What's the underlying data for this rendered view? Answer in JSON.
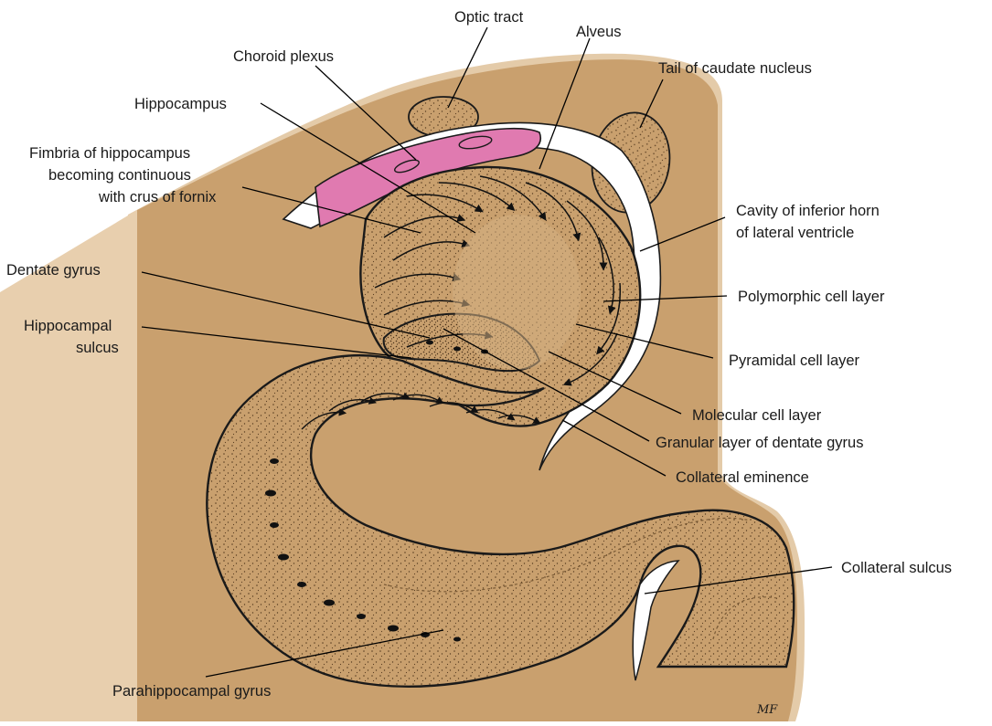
{
  "labels": {
    "optic_tract": "Optic tract",
    "alveus": "Alveus",
    "choroid_plexus": "Choroid plexus",
    "tail_caudate": "Tail of caudate nucleus",
    "hippocampus": "Hippocampus",
    "fimbria_1": "Fimbria of hippocampus",
    "fimbria_2": "becoming continuous",
    "fimbria_3": "with crus of fornix",
    "cavity_1": "Cavity of inferior horn",
    "cavity_2": "of lateral ventricle",
    "dentate_gyrus": "Dentate gyrus",
    "hippocampal_sulcus_1": "Hippocampal",
    "hippocampal_sulcus_2": "sulcus",
    "polymorphic": "Polymorphic cell layer",
    "pyramidal": "Pyramidal cell layer",
    "molecular": "Molecular cell layer",
    "granular": "Granular layer of dentate gyrus",
    "collateral_eminence": "Collateral eminence",
    "collateral_sulcus": "Collateral sulcus",
    "parahippocampal": "Parahippocampal gyrus"
  },
  "signature": "MF",
  "colors": {
    "tissue": "#c9a06e",
    "tissue_light": "#e3c59d",
    "choroid": "#e07ab0",
    "ventricle": "#ffffff",
    "outline": "#1a1a1a"
  }
}
